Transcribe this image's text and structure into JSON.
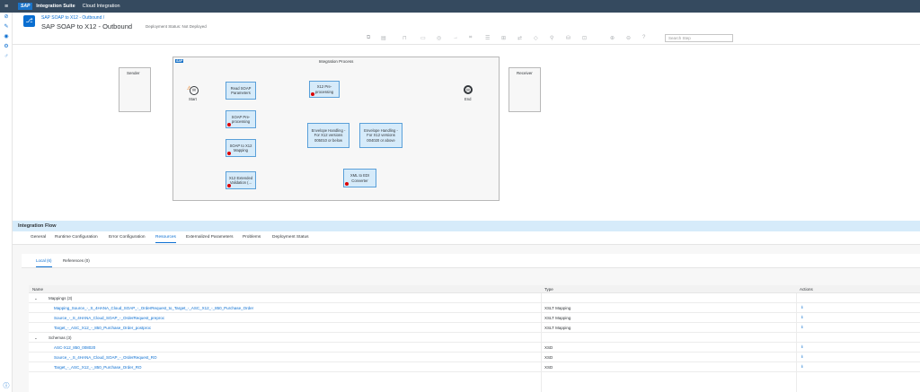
{
  "shell": {
    "brand": "SAP",
    "product": "Integration Suite",
    "area": "Cloud Integration"
  },
  "header": {
    "breadcrumb": "SAP SOAP to X12 - Outbound /",
    "title": "SAP SOAP to X12 - Outbound",
    "deployment_status": "Deployment Status: Not Deployed"
  },
  "toolbar": {
    "search_placeholder": "Search Step"
  },
  "diagram": {
    "sender": "Sender",
    "receiver": "Receiver",
    "process_title": "Integration Process",
    "start": "Start",
    "end": "End",
    "steps": {
      "read_soap": "Read SOAP Parameters",
      "soap_pre": "SOAP Pre-processing",
      "soap_to_x12": "SOAP to X12 Mapping",
      "x12_ext": "X12 Extended Validation (...",
      "x12_pre": "X12 Pre-processing",
      "env_below": "Envelope Handling - For X12 versions 005010 or below",
      "env_above": "Envelope Handling - For X12 versions 004020 or above",
      "xml_edi": "XML to EDI Converter"
    }
  },
  "panel": {
    "title": "Integration Flow",
    "tabs": [
      "General",
      "Runtime Configuration",
      "Error Configuration",
      "Resources",
      "Externalized Parameters",
      "Problems",
      "Deployment Status"
    ],
    "subtabs": [
      "Local (6)",
      "References (0)"
    ]
  },
  "table": {
    "columns": {
      "name": "Name",
      "type": "Type",
      "actions": "Actions"
    },
    "groups": [
      {
        "label": "Mappings (3)",
        "rows": [
          {
            "name": "Mapping_Source_-_S_4HANA_Cloud_SOAP_-_OrderRequest_to_Target_-_ASC_X12_-_850_Purchase_Order",
            "type": "XSLT Mapping"
          },
          {
            "name": "Source_-_S_4HANA_Cloud_SOAP_-_OrderRequest_preproc",
            "type": "XSLT Mapping"
          },
          {
            "name": "Target_-_ASC_X12_-_850_Purchase_Order_postproc",
            "type": "XSLT Mapping"
          }
        ]
      },
      {
        "label": "Schemas (3)",
        "rows": [
          {
            "name": "ASC-X12_850_008020",
            "type": "XSD"
          },
          {
            "name": "Source_-_S_4HANA_Cloud_SOAP_-_OrderRequest_RO",
            "type": "XSD"
          },
          {
            "name": "Target_-_ASC_X12_-_850_Purchase_Order_RO",
            "type": "XSD"
          }
        ]
      }
    ]
  }
}
